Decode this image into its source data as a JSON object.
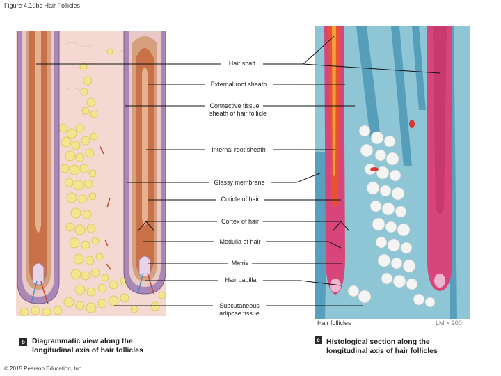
{
  "figure_title": "Figure 4.10bc Hair Follicles",
  "labels": {
    "hair_shaft": "Hair shaft",
    "external_root_sheath": "External root sheath",
    "connective_tissue_1": "Connective tissue",
    "connective_tissue_2": "sheath of hair follicle",
    "internal_root_sheath": "Internal root sheath",
    "glassy_membrane": "Glassy membrane",
    "cuticle": "Cuticle of hair",
    "cortex": "Cortex of hair",
    "medulla": "Medulla of hair",
    "matrix": "Matrix",
    "hair_papilla": "Hair papilla",
    "subcutaneous_1": "Subcutaneous",
    "subcutaneous_2": "adipose tissue"
  },
  "panel_b": {
    "badge": "b",
    "caption_line1": "Diagrammatic view along the",
    "caption_line2": "longitudinal axis of hair follicles"
  },
  "panel_c": {
    "badge": "c",
    "caption_line1": "Histological section along the",
    "caption_line2": "longitudinal axis of hair follicles",
    "inset_label": "Hair follicles",
    "magnification": "LM × 200"
  },
  "copyright": "© 2015 Pearson Education, Inc.",
  "colors": {
    "dermis": "#f4d9d2",
    "follicle_sheath": "#c9a9cf",
    "hair_shaft": "#c9724a",
    "adipose": "#f3e58e",
    "histo_stain": "#5aa6c2",
    "histo_pink": "#d8457a"
  }
}
